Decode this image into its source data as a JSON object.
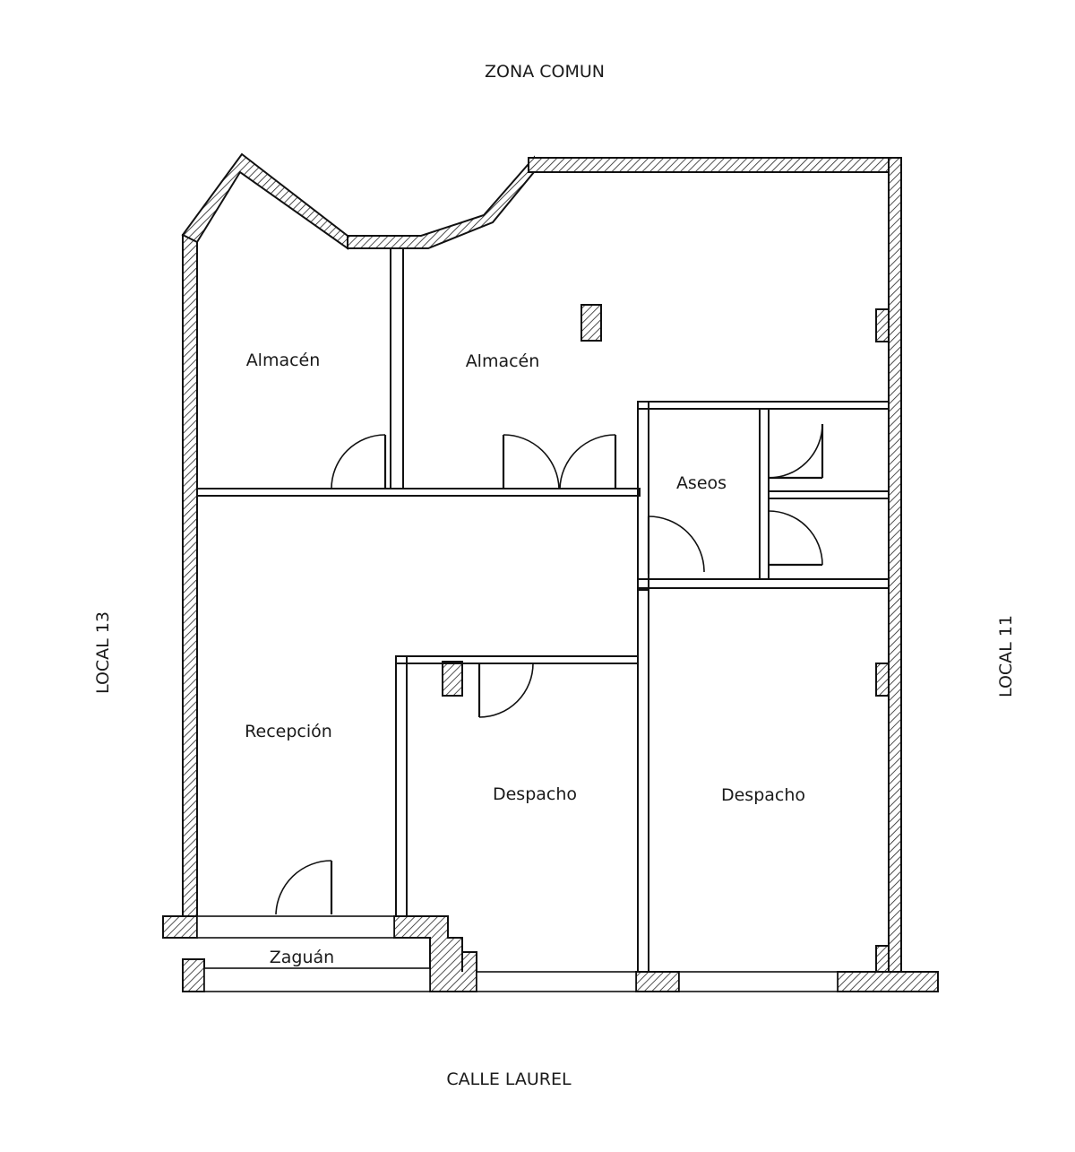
{
  "labels": {
    "zona_comun": "ZONA COMUN",
    "calle_laurel": "CALLE LAUREL",
    "local_13": "LOCAL 13",
    "local_11": "LOCAL 11"
  },
  "rooms": {
    "almacen_left": "Almacén",
    "almacen_right": "Almacén",
    "aseos": "Aseos",
    "recepcion": "Recepción",
    "despacho_left": "Despacho",
    "despacho_right": "Despacho",
    "zaguan": "Zaguán"
  }
}
